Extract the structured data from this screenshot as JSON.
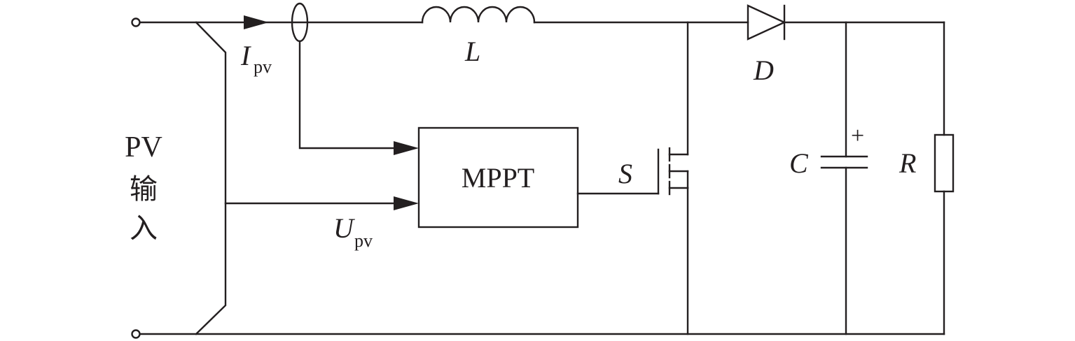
{
  "labels": {
    "current": "I",
    "current_sub": "pv",
    "voltage": "U",
    "voltage_sub": "pv",
    "inductor": "L",
    "diode": "D",
    "switch": "S",
    "capacitor": "C",
    "capacitor_polarity": "+",
    "resistor": "R",
    "controller": "MPPT",
    "input_line1": "PV",
    "input_line2": "输",
    "input_line3": "入"
  }
}
